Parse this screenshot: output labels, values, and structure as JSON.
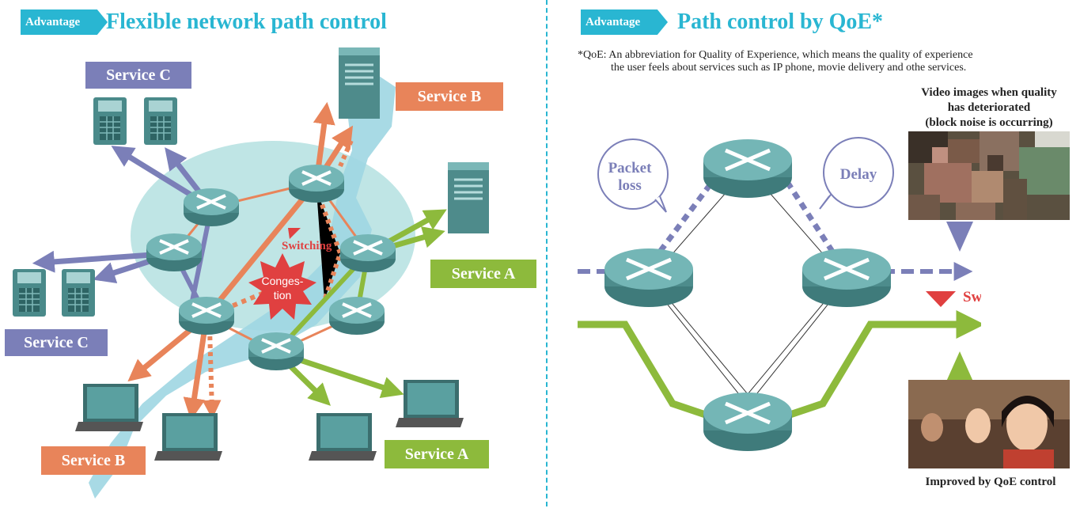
{
  "left_panel": {
    "badge": "Advantage",
    "title": "Flexible network path control",
    "labels": {
      "service_c_top": "Service C",
      "service_b_top": "Service B",
      "service_a_right": "Service A",
      "service_c_left": "Service C",
      "service_b_bottom": "Service B",
      "service_a_bottom": "Service A"
    },
    "switching": "Switching",
    "congestion_line1": "Conges-",
    "congestion_line2": "tion"
  },
  "right_panel": {
    "badge": "Advantage",
    "title": "Path control by QoE*",
    "note_line1": "*QoE: An abbreviation for Quality of Experience, which means the quality of experience",
    "note_line2": "the user feels about services such as IP phone, movie delivery and othe services.",
    "packet_loss_line1": "Packet",
    "packet_loss_line2": "loss",
    "delay": "Delay",
    "switching": "Switching",
    "caption_top_line1": "Video images when quality",
    "caption_top_line2": "has deteriorated",
    "caption_top_line3": "(block noise is occurring)",
    "caption_bottom": "Improved by QoE control"
  },
  "colors": {
    "accent": "#29b6d2",
    "service_a": "#8dba3c",
    "service_b": "#e8845a",
    "service_c": "#7b7fb8",
    "router": "#5a9a9a",
    "alert": "#e04040"
  }
}
